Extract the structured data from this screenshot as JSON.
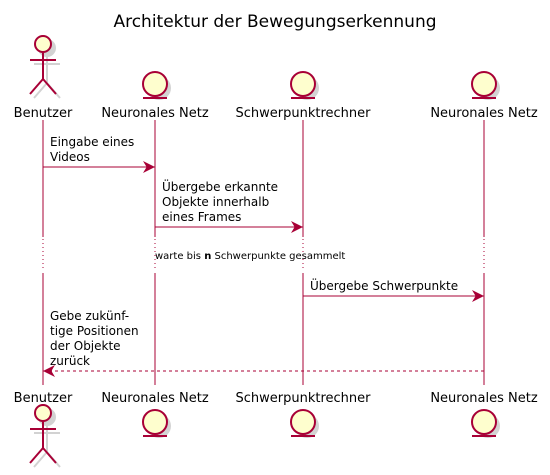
{
  "title": "Architektur der Bewegungserkennung",
  "participants": [
    {
      "id": "benutzer",
      "kind": "actor",
      "label": "Benutzer"
    },
    {
      "id": "netz1",
      "kind": "entity",
      "label": "Neuronales Netz"
    },
    {
      "id": "schwer",
      "kind": "entity",
      "label": "Schwerpunktrechner"
    },
    {
      "id": "netz2",
      "kind": "entity",
      "label": "Neuronales Netz"
    }
  ],
  "messages": [
    {
      "from": "benutzer",
      "to": "netz1",
      "style": "solid",
      "lines": [
        "Eingabe eines",
        "Videos"
      ]
    },
    {
      "from": "netz1",
      "to": "schwer",
      "style": "solid",
      "lines": [
        "Übergebe erkannte",
        "Objekte innerhalb",
        "eines Frames"
      ]
    },
    {
      "from": "schwer",
      "to": "netz2",
      "style": "solid",
      "lines": [
        "Übergebe Schwerpunkte"
      ]
    },
    {
      "from": "netz2",
      "to": "benutzer",
      "style": "dashed",
      "lines": [
        "Gebe zukünf-",
        "tige Positionen",
        "der Objekte",
        "zurück"
      ]
    }
  ],
  "delay": {
    "before": "warte bis ",
    "bold": "n",
    "after": " Schwerpunkte gesammelt"
  },
  "colors": {
    "line": "#a80036",
    "entity_fill": "#fefece",
    "shadow": "#c8c8c8",
    "text": "#000000"
  }
}
